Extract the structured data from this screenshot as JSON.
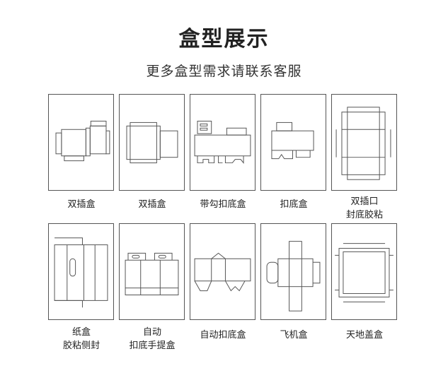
{
  "header": {
    "title": "盒型展示",
    "subtitle": "更多盒型需求请联系客服"
  },
  "boxes": [
    {
      "label": "双插盒",
      "icon": "double-tuck-box"
    },
    {
      "label": "双插盒",
      "icon": "double-tuck-box"
    },
    {
      "label": "带勾扣底盒",
      "icon": "hook-lock-bottom-box"
    },
    {
      "label": "扣底盒",
      "icon": "lock-bottom-box"
    },
    {
      "label": "双插口\n封底胶粘",
      "line1": "双插口",
      "line2": "封底胶粘",
      "icon": "double-tuck-glued-bottom-box"
    },
    {
      "label": "纸盒\n胶粘侧封",
      "line1": "纸盒",
      "line2": "胶粘侧封",
      "icon": "side-glued-paper-box"
    },
    {
      "label": "自动\n扣底手提盒",
      "line1": "自动",
      "line2": "扣底手提盒",
      "icon": "auto-lock-handle-box"
    },
    {
      "label": "自动扣底盒",
      "icon": "auto-lock-bottom-box"
    },
    {
      "label": "飞机盒",
      "icon": "mailer-box"
    },
    {
      "label": "天地盖盒",
      "icon": "lid-and-base-box"
    }
  ]
}
